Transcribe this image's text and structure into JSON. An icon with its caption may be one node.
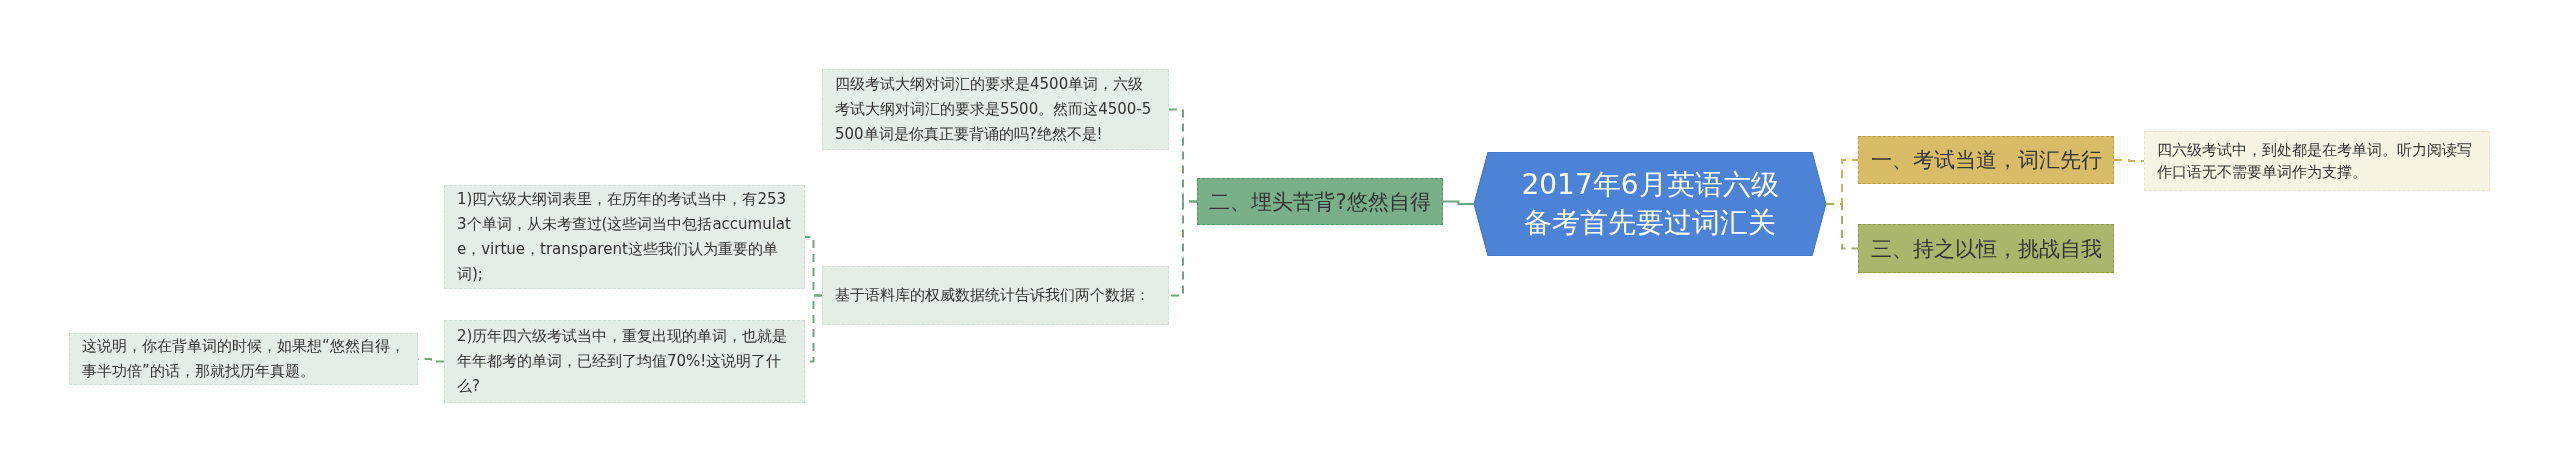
{
  "diagram": {
    "nodes": [
      {
        "text": [
          "2017年6月英语六级备考首先要过词汇关"
        ]
      },
      {
        "text": [
          "一、考试当道，词汇先行"
        ]
      },
      {
        "text": [
          "四六级考试中，到处都是在考单词。听力阅读写作口语无不需要单词作为支撑。"
        ]
      },
      {
        "text": [
          "三、持之以恒，挑战自我"
        ]
      },
      {
        "text": [
          "二、埋头苦背?悠然自得"
        ]
      },
      {
        "text": [
          "四级考试大纲对词汇的要求是4500单词，六级考试大纲对词汇的要求是5500。然而这4500-5500单词是你真正要背诵的吗?绝然不是!"
        ]
      },
      {
        "text": [
          "基于语料库的权威数据统计告诉我们两个数据："
        ]
      },
      {
        "text": [
          "1)四六级大纲词表里，在历年的考试当中，有2533个单词，从未考查过(这些词当中包括accumulate，virtue，transparent这些我们认为重要的单词);"
        ]
      },
      {
        "text": [
          "2)历年四六级考试当中，重复出现的单词，也就是年年都考的单词，已经到了均值70%!这说明了什么?"
        ]
      },
      {
        "text": [
          "这说明，你在背单词的时候，如果想“悠然自得，事半功倍”的话，那就找历年真题。"
        ]
      }
    ],
    "edges": [
      {
        "from": 0,
        "to": 1,
        "arrow": "none",
        "style": "dashed",
        "color": "#c8b45a"
      },
      {
        "from": 1,
        "to": 2,
        "arrow": "none",
        "style": "dashed",
        "color": "#c8b45a"
      },
      {
        "from": 0,
        "to": 3,
        "arrow": "none",
        "style": "dashed",
        "color": "#a4b060"
      },
      {
        "from": 0,
        "to": 4,
        "arrow": "none",
        "color": "#6fa67f"
      },
      {
        "from": 4,
        "to": 5,
        "arrow": "none",
        "style": "dashed",
        "color": "#6fa67f"
      },
      {
        "from": 4,
        "to": 6,
        "arrow": "none",
        "style": "dashed",
        "color": "#6fa67f"
      },
      {
        "from": 6,
        "to": 7,
        "arrow": "none",
        "style": "dashed",
        "color": "#6fa67f"
      },
      {
        "from": 6,
        "to": 8,
        "arrow": "none",
        "style": "dashed",
        "color": "#6fa67f"
      },
      {
        "from": 8,
        "to": 9,
        "arrow": "none",
        "style": "dashed",
        "color": "#6fa67f"
      }
    ]
  }
}
